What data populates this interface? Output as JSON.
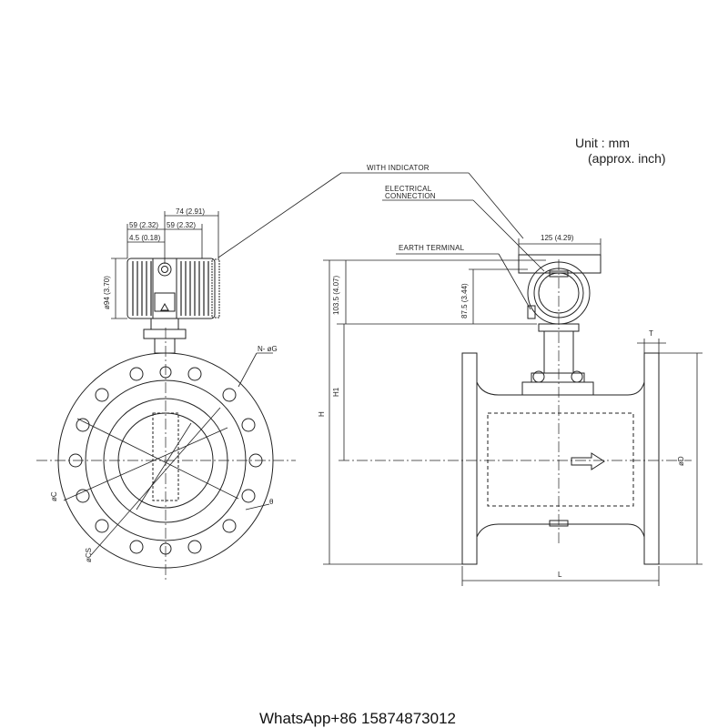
{
  "unit": {
    "line1": "Unit : mm",
    "line2": "(approx. inch)"
  },
  "callouts": {
    "with_indicator": "WITH INDICATOR",
    "electrical_connection_1": "ELECTRICAL",
    "electrical_connection_2": "CONNECTION",
    "earth_terminal": "EARTH TERMINAL"
  },
  "dimensions": {
    "d74": "74 (2.91)",
    "d59a": "59 (2.32)",
    "d59b": "59 (2.32)",
    "d45": "4.5 (0.18)",
    "d94": "ø94 (3.70)",
    "d125": "125 (4.29)",
    "d1035": "103.5 (4.07)",
    "d875": "87.5 (3.44)",
    "N": "N- øG",
    "C": "øC",
    "CS": "øCS",
    "theta": "θ",
    "H": "H",
    "H1": "H1",
    "T": "T",
    "D": "øD",
    "L": "L"
  },
  "footer": {
    "contact": "WhatsApp+86 15874873012"
  }
}
